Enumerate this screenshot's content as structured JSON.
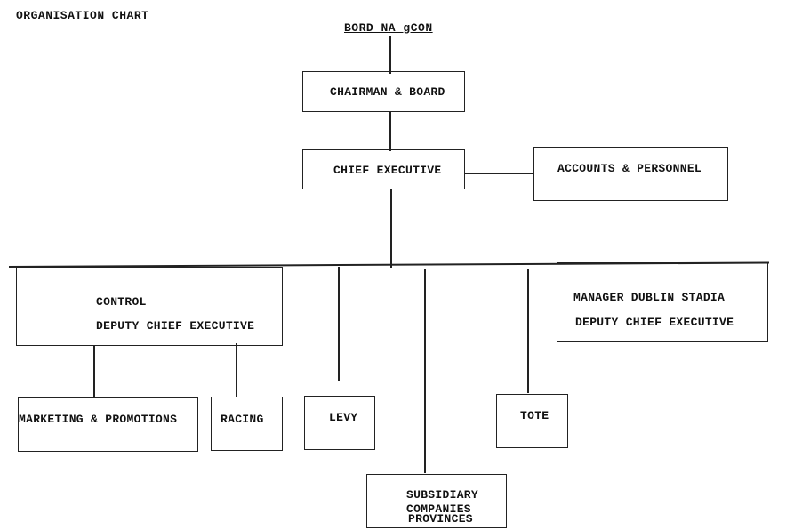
{
  "title": "ORGANISATION CHART",
  "organisation": "BORD NA gCON",
  "nodes": {
    "chairman": "CHAIRMAN & BOARD",
    "chief_executive": "CHIEF EXECUTIVE",
    "accounts": "ACCOUNTS & PERSONNEL",
    "control": {
      "line1": "CONTROL",
      "line2": "DEPUTY CHIEF EXECUTIVE"
    },
    "manager_stadia": {
      "line1": "MANAGER DUBLIN STADIA",
      "line2": "DEPUTY CHIEF EXECUTIVE"
    },
    "marketing": "MARKETING & PROMOTIONS",
    "racing": "RACING",
    "levy": "LEVY",
    "tote": "TOTE",
    "subsidiary": {
      "line1": "SUBSIDIARY",
      "line2": "COMPANIES",
      "line3": "PROVINCES"
    }
  }
}
